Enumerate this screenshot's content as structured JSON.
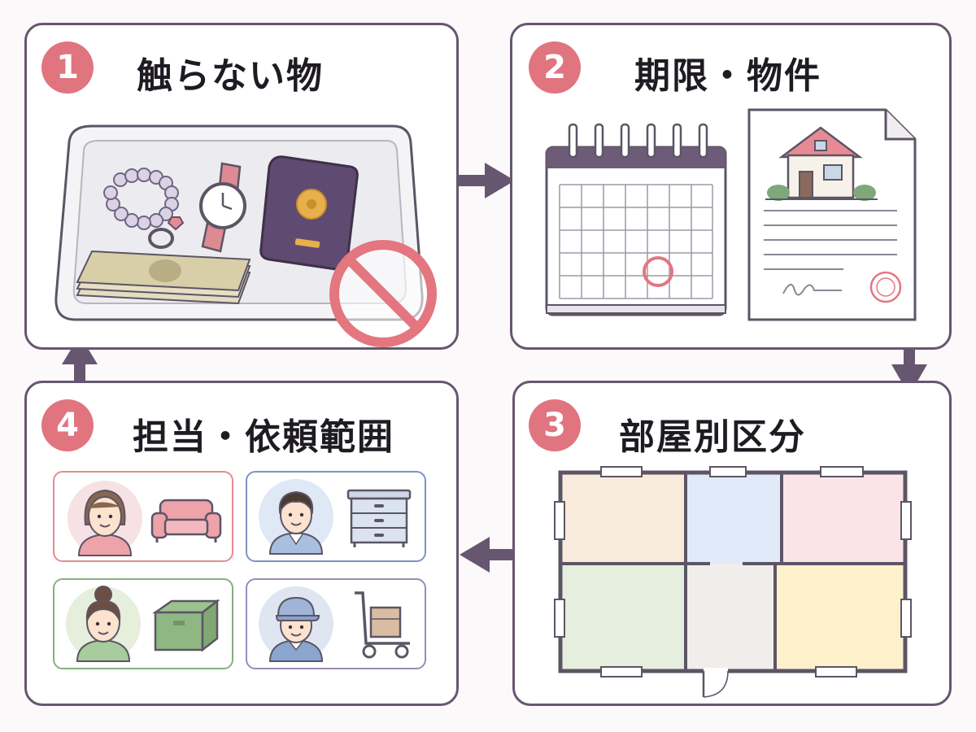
{
  "steps": [
    {
      "number": "1",
      "title": "触らない物"
    },
    {
      "number": "2",
      "title": "期限・物件"
    },
    {
      "number": "3",
      "title": "部屋別区分"
    },
    {
      "number": "4",
      "title": "担当・依頼範囲"
    }
  ],
  "colors": {
    "accent": "#e0757f",
    "border": "#675670",
    "arrow": "#675670"
  },
  "icons": {
    "step1": [
      "tray-icon",
      "pearl-necklace-icon",
      "ring-icon",
      "wristwatch-icon",
      "passport-icon",
      "cash-bundle-icon",
      "prohibited-icon"
    ],
    "step2": [
      "calendar-icon",
      "property-document-icon"
    ],
    "step3": [
      "floor-plan-icon"
    ],
    "step4": [
      "woman-avatar-icon",
      "sofa-icon",
      "man-avatar-icon",
      "dresser-icon",
      "woman-bun-avatar-icon",
      "box-icon",
      "mover-avatar-icon",
      "hand-truck-icon"
    ]
  },
  "assignments": [
    {
      "person": "woman-avatar-icon",
      "item": "sofa-icon",
      "color": "#e0757f"
    },
    {
      "person": "man-avatar-icon",
      "item": "dresser-icon",
      "color": "#7a94c4"
    },
    {
      "person": "woman-bun-avatar-icon",
      "item": "box-icon",
      "color": "#85b07e"
    },
    {
      "person": "mover-avatar-icon",
      "item": "hand-truck-icon",
      "color": "#9a8ab8"
    }
  ]
}
